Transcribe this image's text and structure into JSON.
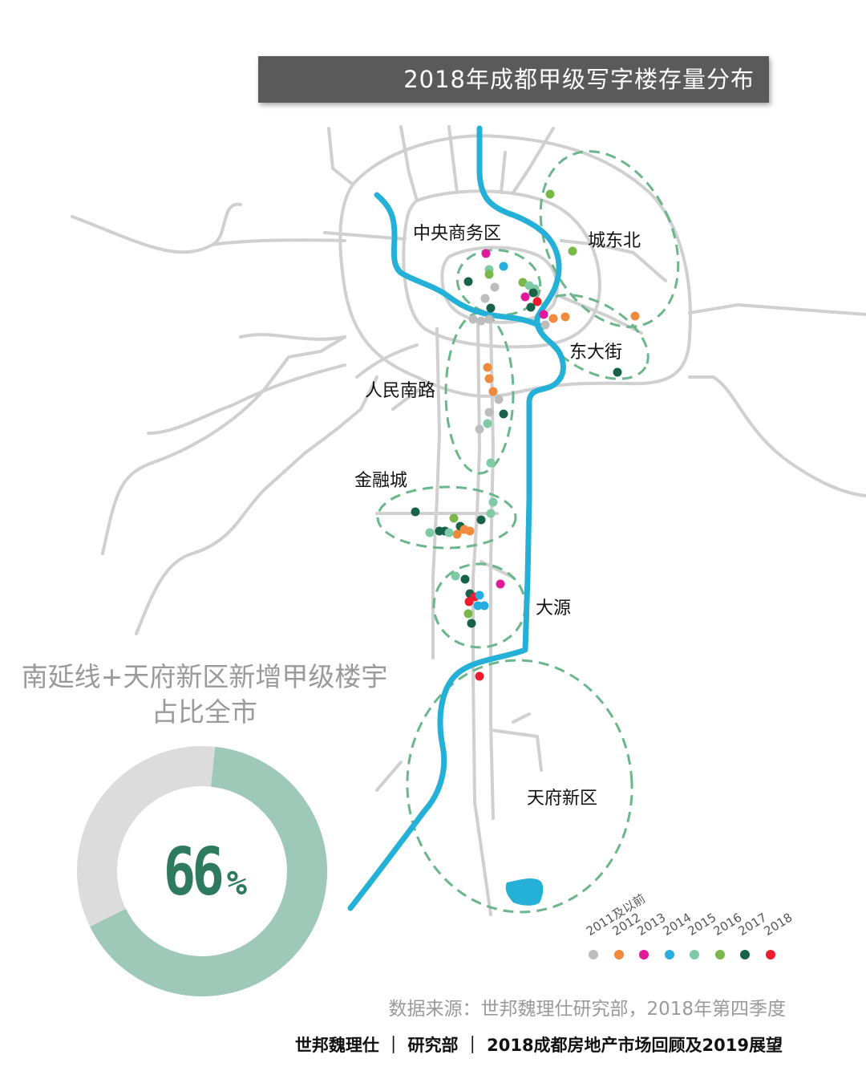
{
  "title": "2018年成都甲级写字楼存量分布",
  "districts": {
    "cbd": "中央商务区",
    "chengdongbei": "城东北",
    "dongdajie": "东大街",
    "renminnanlu": "人民南路",
    "jinrongcheng": "金融城",
    "dayuan": "大源",
    "tianfu": "天府新区"
  },
  "headline": {
    "line1": "南延线+天府新区新增甲级楼宇",
    "line2": "占比全市"
  },
  "share": {
    "value": 66,
    "value_text": "66",
    "unit": "%"
  },
  "colors": {
    "donut_main": "#9ec8b8",
    "donut_rest": "#dcdcdc",
    "river": "#25b0d8",
    "road": "#d0d0d0",
    "zone": "#6bb68a"
  },
  "legend": [
    {
      "label": "2011及以前",
      "color": "#bdbdbd"
    },
    {
      "label": "2012",
      "color": "#f08a3c"
    },
    {
      "label": "2013",
      "color": "#e2199b"
    },
    {
      "label": "2014",
      "color": "#27aee0"
    },
    {
      "label": "2015",
      "color": "#7dcaa4"
    },
    {
      "label": "2016",
      "color": "#7ab648"
    },
    {
      "label": "2017",
      "color": "#17634a"
    },
    {
      "label": "2018",
      "color": "#ee1c2e"
    }
  ],
  "source": "数据来源：世邦魏理仕研究部，2018年第四季度",
  "footer": "世邦魏理仕 ｜ 研究部 ｜ 2018成都房地产市场回顾及2019展望"
}
